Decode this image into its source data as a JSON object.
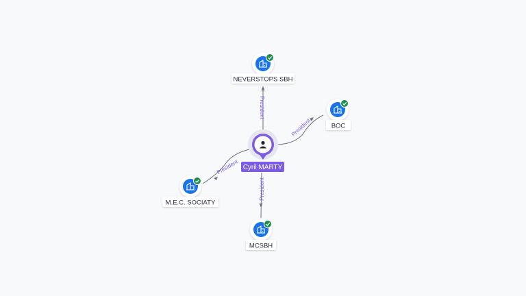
{
  "center": {
    "name": "Cyril MARTY",
    "icon": "person-icon"
  },
  "companies": [
    {
      "id": "neverstops",
      "name": "NEVERSTOPS SBH",
      "relation": "President",
      "icon": "building-icon",
      "status_icon": "check-icon"
    },
    {
      "id": "boc",
      "name": "BOC",
      "relation": "President",
      "icon": "building-icon",
      "status_icon": "check-icon"
    },
    {
      "id": "mec",
      "name": "M.E.C. SOCIATY",
      "relation": "President",
      "icon": "building-icon",
      "status_icon": "check-icon"
    },
    {
      "id": "mcsbh",
      "name": "MCSBH",
      "relation": "President",
      "icon": "building-icon",
      "status_icon": "check-icon"
    }
  ],
  "colors": {
    "person_accent": "#7c5ce6",
    "company_accent": "#1a73e8",
    "verified": "#1e8e4e",
    "edge": "#6b6f82",
    "edge_label": "#7c5ce6",
    "label_text": "#2b2f45"
  }
}
